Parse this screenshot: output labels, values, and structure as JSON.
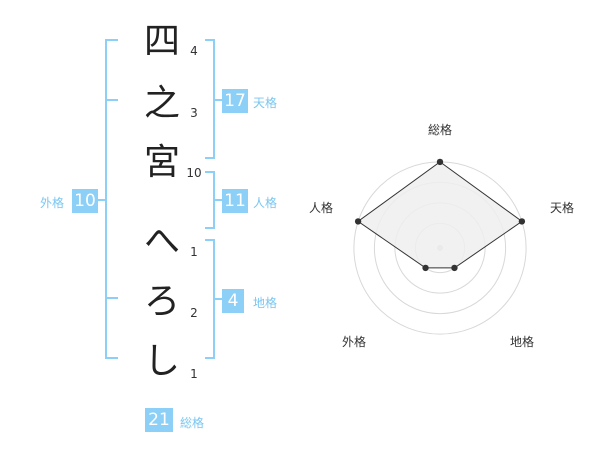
{
  "characters": [
    {
      "char": "四",
      "strokes": "4"
    },
    {
      "char": "之",
      "strokes": "3"
    },
    {
      "char": "宮",
      "strokes": "10"
    },
    {
      "char": "へ",
      "strokes": "1"
    },
    {
      "char": "ろ",
      "strokes": "2"
    },
    {
      "char": "し",
      "strokes": "1"
    }
  ],
  "kaku": {
    "tenkaku": {
      "value": "17",
      "label": "天格"
    },
    "jinkaku": {
      "value": "11",
      "label": "人格"
    },
    "chikaku": {
      "value": "4",
      "label": "地格"
    },
    "gaikaku": {
      "value": "10",
      "label": "外格"
    },
    "soukaku": {
      "value": "21",
      "label": "総格"
    }
  },
  "radar": {
    "labels": {
      "top": "総格",
      "right": "天格",
      "bottom_right": "地格",
      "bottom_left": "外格",
      "left": "人格"
    },
    "levels": 4,
    "values": {
      "soukaku": 4,
      "tenkaku": 4,
      "chikaku": 1,
      "gaikaku": 1,
      "jinkaku": 4
    },
    "fill_color": "#efefef",
    "line_color": "#333333",
    "grid_color": "#d8d8d8"
  },
  "colors": {
    "accent": "#8ccff7",
    "label": "#7ac6f2"
  }
}
